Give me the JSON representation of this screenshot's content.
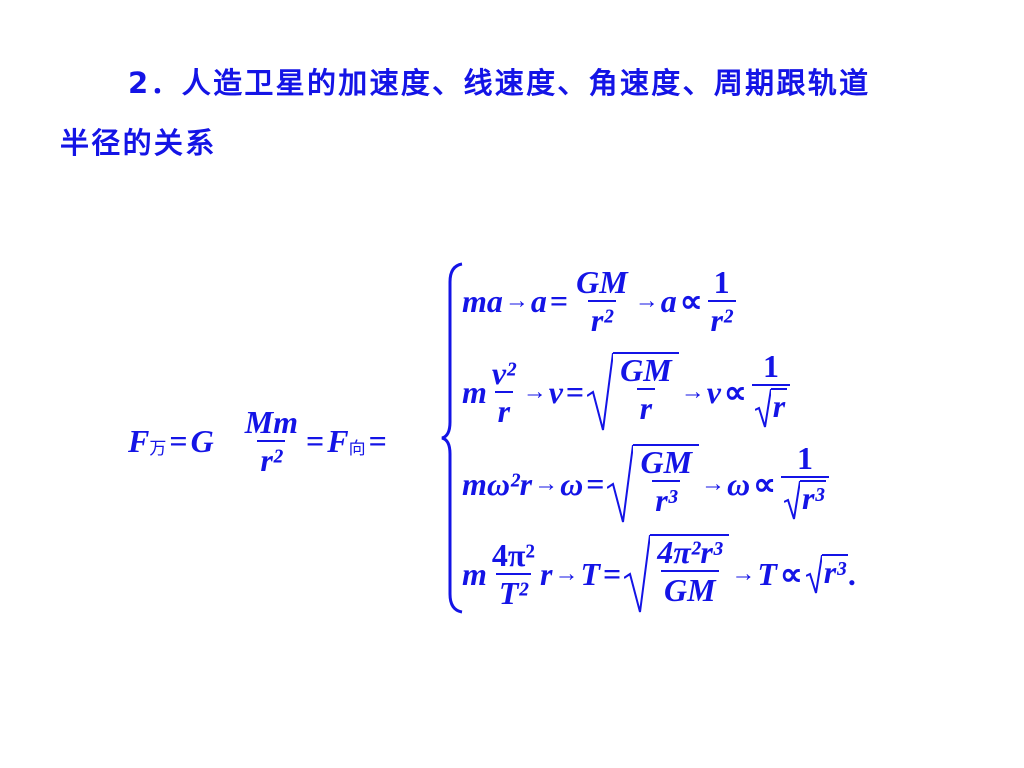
{
  "heading": {
    "line1": "2．人造卫星的加速度、线速度、角速度、周期跟轨道",
    "line2": "半径的关系"
  },
  "color": "#1414e6",
  "formula": {
    "left": {
      "F": "F",
      "sub1": "万",
      "eq": "=",
      "G": "G",
      "num": "Mm",
      "den": "r²",
      "eq2": "=",
      "F2": "F",
      "sub2": "向",
      "eq3": "="
    },
    "arrow": "→",
    "prop": "∝",
    "eq": "=",
    "r1": {
      "lhs": "ma",
      "var": "a",
      "num": "GM",
      "den": "r²",
      "var2": "a",
      "pnum": "1",
      "pden": "r²"
    },
    "r2": {
      "m": "m",
      "num": "v²",
      "den": "r",
      "var": "v",
      "snum": "GM",
      "sden": "r",
      "var2": "v",
      "pnum": "1",
      "pden": "r"
    },
    "r3": {
      "lhs": "mω²r",
      "var": "ω",
      "snum": "GM",
      "sden": "r³",
      "var2": "ω",
      "pnum": "1",
      "pden": "r³"
    },
    "r4": {
      "m": "m",
      "num": "4π²",
      "den": "T²",
      "r": "r",
      "var": "T",
      "snum": "4π²r³",
      "sden": "GM",
      "var2": "T",
      "rad": "r³",
      "end": "."
    }
  }
}
